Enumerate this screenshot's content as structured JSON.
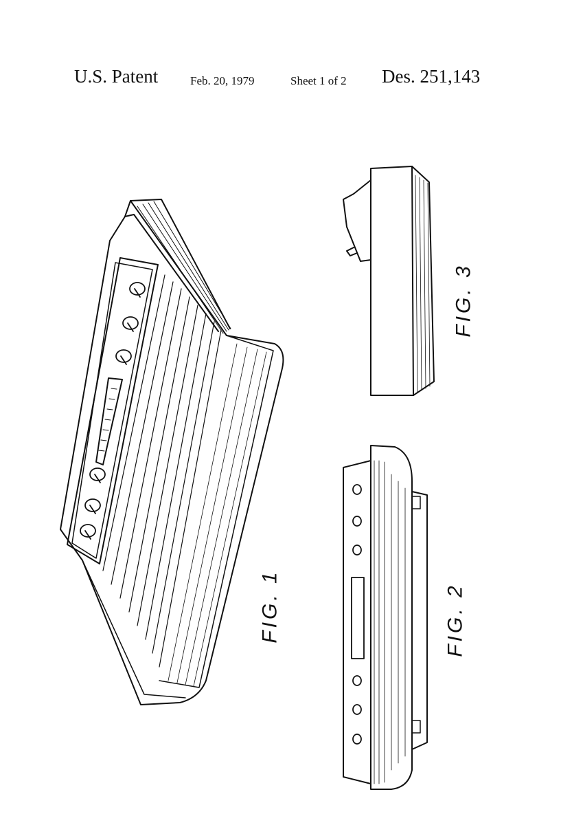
{
  "header": {
    "title": "U.S. Patent",
    "date": "Feb. 20, 1979",
    "sheet": "Sheet 1 of 2",
    "number": "Des. 251,143"
  },
  "figures": {
    "fig1": "FIG. 1",
    "fig2": "FIG. 2",
    "fig3": "FIG. 3"
  },
  "colors": {
    "ink": "#111111",
    "paper": "#ffffff"
  }
}
